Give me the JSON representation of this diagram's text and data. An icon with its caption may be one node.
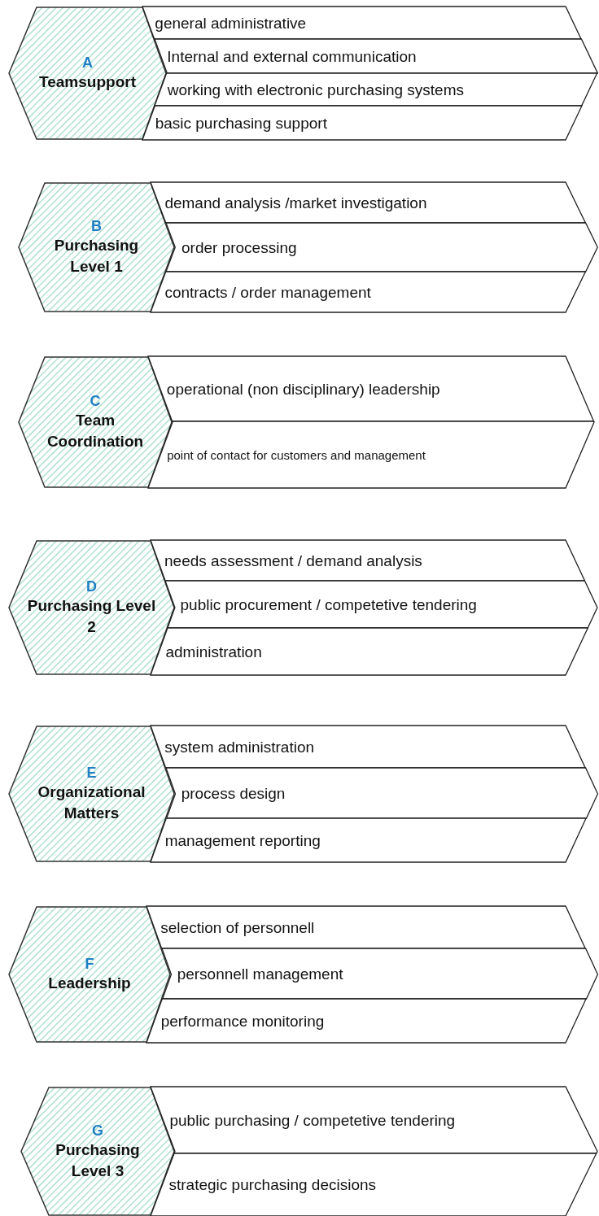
{
  "diagram": {
    "nodes": [
      {
        "text": [
          "A",
          "Teamsupport"
        ]
      },
      {
        "text": [
          "general administrative"
        ]
      },
      {
        "text": [
          "Internal and external communication"
        ]
      },
      {
        "text": [
          "working with electronic purchasing systems"
        ]
      },
      {
        "text": [
          "basic purchasing support"
        ]
      },
      {
        "text": [
          "B",
          "Purchasing Level 1"
        ]
      },
      {
        "text": [
          "demand analysis /market investigation"
        ]
      },
      {
        "text": [
          "order processing"
        ]
      },
      {
        "text": [
          "contracts / order management"
        ]
      },
      {
        "text": [
          "C",
          "Team Coordination"
        ]
      },
      {
        "text": [
          "operational (non disciplinary) leadership"
        ]
      },
      {
        "text": [
          "point of contact for customers and management"
        ]
      },
      {
        "text": [
          "D",
          "Purchasing Level 2"
        ]
      },
      {
        "text": [
          "needs assessment / demand analysis"
        ]
      },
      {
        "text": [
          "public procurement / competetive tendering"
        ]
      },
      {
        "text": [
          "administration"
        ]
      },
      {
        "text": [
          "E",
          "Organizational Matters"
        ]
      },
      {
        "text": [
          "system administration"
        ]
      },
      {
        "text": [
          "process design"
        ]
      },
      {
        "text": [
          "management reporting"
        ]
      },
      {
        "text": [
          "F",
          "Leadership"
        ]
      },
      {
        "text": [
          "selection of personnell"
        ]
      },
      {
        "text": [
          "personnell management"
        ]
      },
      {
        "text": [
          "performance monitoring"
        ]
      },
      {
        "text": [
          "G",
          "Purchasing Level 3"
        ]
      },
      {
        "text": [
          "public purchasing / competetive tendering"
        ]
      },
      {
        "text": [
          "strategic purchasing decisions"
        ]
      }
    ]
  }
}
